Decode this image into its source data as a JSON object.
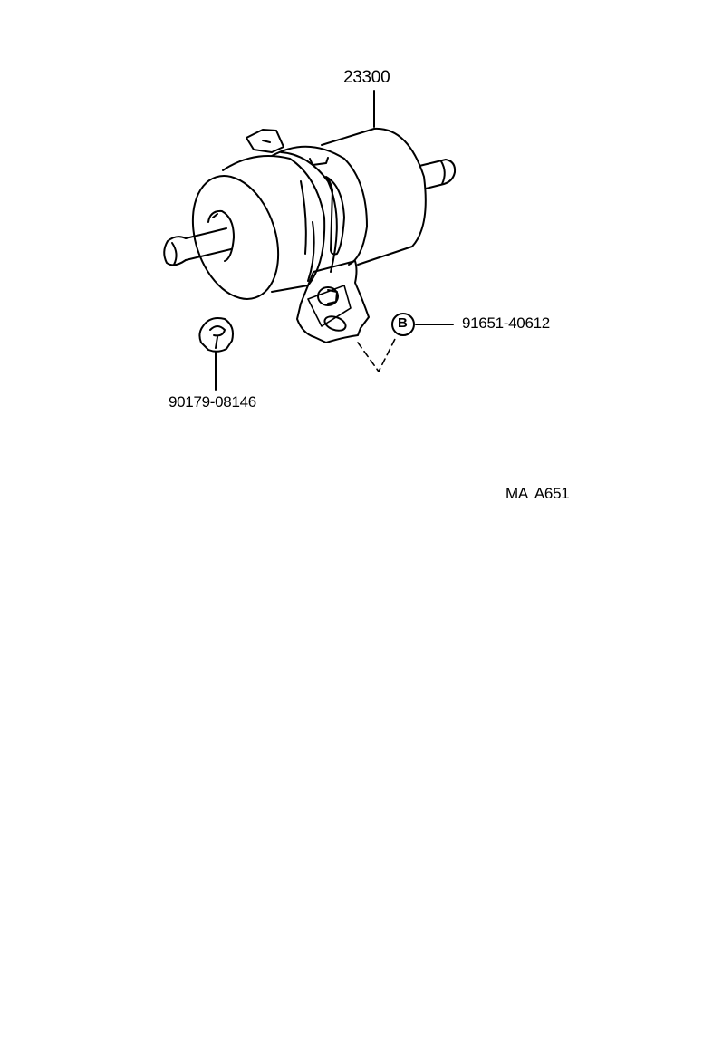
{
  "diagram": {
    "parts": [
      {
        "number": "23300",
        "description_icon": "fuel-filter"
      },
      {
        "number": "90179-08146",
        "description_icon": "nut"
      },
      {
        "number": "91651-40612",
        "callout": "B",
        "description_icon": "bolt"
      }
    ],
    "reference_code": "MA  A651",
    "line_color": "#000000",
    "background": "#ffffff"
  }
}
